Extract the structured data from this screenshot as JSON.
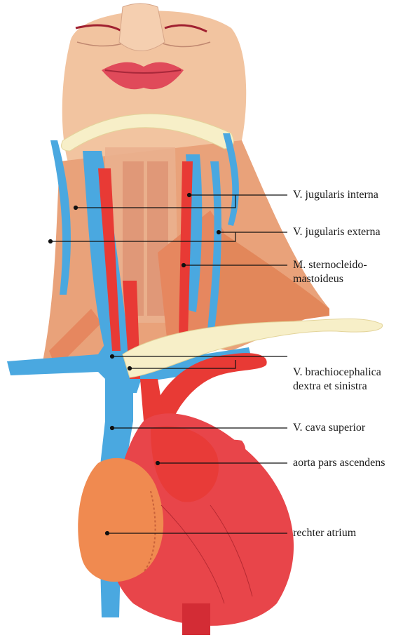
{
  "labels": {
    "jugularis_interna": "V. jugularis interna",
    "jugularis_externa": "V. jugularis externa",
    "sternocleido_line1": "M. sternocleido-",
    "sternocleido_line2": "mastoideus",
    "brachiocephalica_line1": "V. brachiocephalica",
    "brachiocephalica_line2": "dextra et sinistra",
    "cava_superior": "V. cava superior",
    "aorta": "aorta pars ascendens",
    "atrium": "rechter atrium"
  },
  "colors": {
    "skin": "#f2c4a0",
    "muscle": "#e8956b",
    "vein": "#4aa8e0",
    "artery": "#e83a35",
    "heart": "#e8454a",
    "atrium": "#f08a50",
    "clavicle": "#f7efc8",
    "leader": "#111111"
  }
}
